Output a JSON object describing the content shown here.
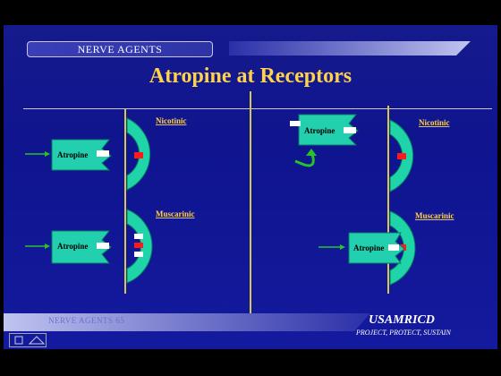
{
  "header": {
    "section_label": "NERVE AGENTS"
  },
  "title": "Atropine at Receptors",
  "diagram": {
    "left_panel": {
      "top_receptor_label": "Nicotinic",
      "bottom_receptor_label": "Muscarinic",
      "top_drug_label": "Atropine",
      "bottom_drug_label": "Atropine"
    },
    "right_panel": {
      "top_receptor_label": "Nicotinic",
      "bottom_receptor_label": "Muscarinic",
      "top_drug_label": "Atropine",
      "bottom_drug_label": "Atropine"
    },
    "colors": {
      "receptor": "#1fd4a8",
      "receptor_stroke": "#0a7a60",
      "drug_box": "#22d0b0",
      "binding_site": "#ff1a1a",
      "arrow": "#27c427",
      "label_gold": "#ffd24a",
      "membrane": "#d9c64e"
    }
  },
  "footer": {
    "left_text": "NERVE AGENTS  65",
    "organization": "USAMRICD",
    "motto": "PROJECT, PROTECT, SUSTAIN"
  }
}
